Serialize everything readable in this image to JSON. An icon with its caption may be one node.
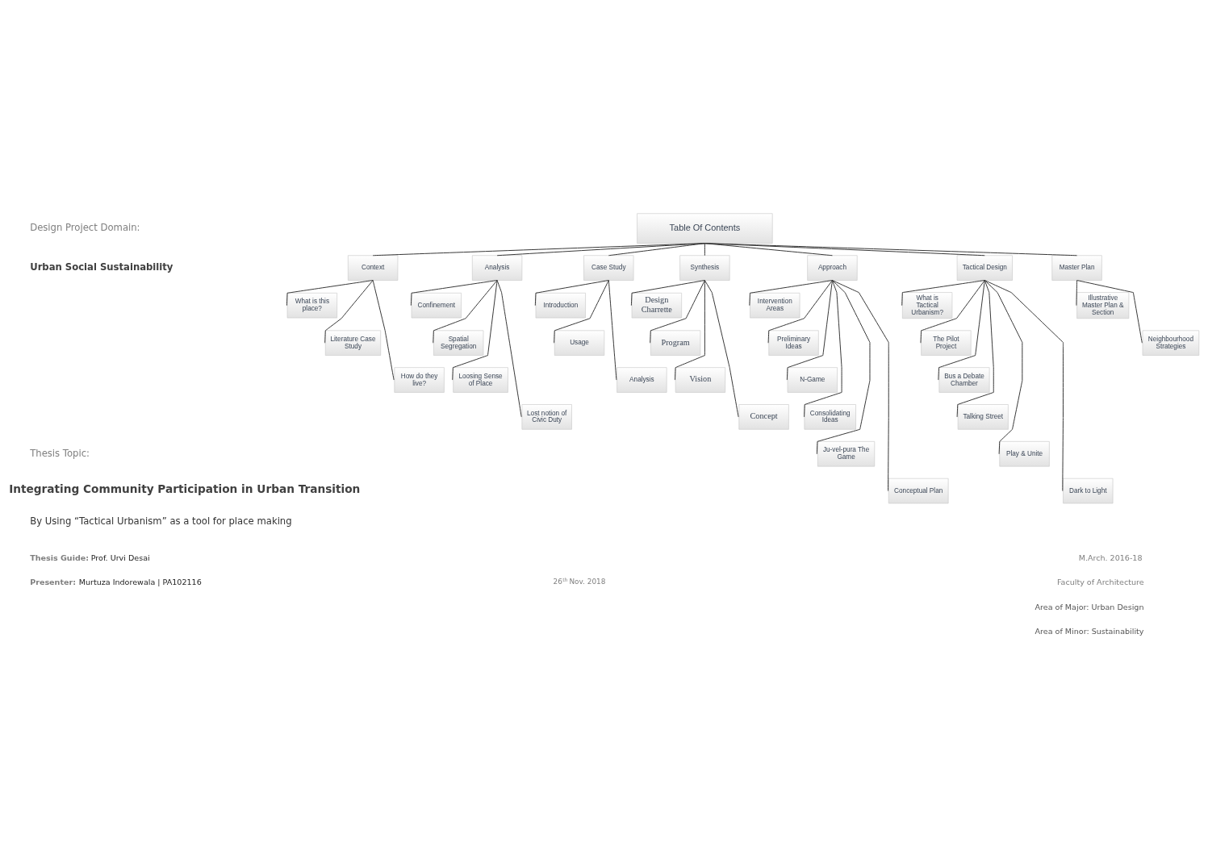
{
  "diagram": {
    "nodes": [
      {
        "text": [
          "Table Of Contents"
        ]
      },
      {
        "text": [
          "Context"
        ]
      },
      {
        "text": [
          "Analysis"
        ]
      },
      {
        "text": [
          "Case Study"
        ]
      },
      {
        "text": [
          "Synthesis"
        ]
      },
      {
        "text": [
          "Approach"
        ]
      },
      {
        "text": [
          "Tactical Design"
        ]
      },
      {
        "text": [
          "Master Plan"
        ]
      },
      {
        "text": [
          "What is this place?"
        ]
      },
      {
        "text": [
          "Literature Case Study"
        ]
      },
      {
        "text": [
          "How do they live?"
        ]
      },
      {
        "text": [
          "Confinement"
        ]
      },
      {
        "text": [
          "Spatial Segregation"
        ]
      },
      {
        "text": [
          "Loosing Sense of Place"
        ]
      },
      {
        "text": [
          "Lost notion of Civic Duty"
        ]
      },
      {
        "text": [
          "Introduction"
        ]
      },
      {
        "text": [
          "Usage"
        ]
      },
      {
        "text": [
          "Analysis"
        ]
      },
      {
        "text": [
          "Design Charrette"
        ]
      },
      {
        "text": [
          "Program"
        ]
      },
      {
        "text": [
          "Vision"
        ]
      },
      {
        "text": [
          "Concept"
        ]
      },
      {
        "text": [
          "Intervention Areas"
        ]
      },
      {
        "text": [
          "Preliminary Ideas"
        ]
      },
      {
        "text": [
          "N-Game"
        ]
      },
      {
        "text": [
          "Consolidating Ideas"
        ]
      },
      {
        "text": [
          "Ju-vel-pura The Game"
        ]
      },
      {
        "text": [
          "Conceptual Plan"
        ]
      },
      {
        "text": [
          "What is Tactical Urbanism?"
        ]
      },
      {
        "text": [
          "The Pilot Project"
        ]
      },
      {
        "text": [
          "Bus a Debate Chamber"
        ]
      },
      {
        "text": [
          "Talking Street"
        ]
      },
      {
        "text": [
          "Play & Unite"
        ]
      },
      {
        "text": [
          "Dark to Light"
        ]
      },
      {
        "text": [
          "Illustrative Master Plan & Section"
        ]
      },
      {
        "text": [
          "Neighbourhood Strategies"
        ]
      }
    ],
    "edges": [
      {
        "from": 0,
        "to": 1,
        "arrow": "none"
      },
      {
        "from": 0,
        "to": 2,
        "arrow": "none"
      },
      {
        "from": 0,
        "to": 3,
        "arrow": "none"
      },
      {
        "from": 0,
        "to": 4,
        "arrow": "none"
      },
      {
        "from": 0,
        "to": 5,
        "arrow": "none"
      },
      {
        "from": 0,
        "to": 6,
        "arrow": "none"
      },
      {
        "from": 0,
        "to": 7,
        "arrow": "none"
      },
      {
        "from": 1,
        "to": 8,
        "arrow": "none"
      },
      {
        "from": 1,
        "to": 9,
        "arrow": "none"
      },
      {
        "from": 1,
        "to": 10,
        "arrow": "none"
      },
      {
        "from": 2,
        "to": 11,
        "arrow": "none"
      },
      {
        "from": 2,
        "to": 12,
        "arrow": "none"
      },
      {
        "from": 2,
        "to": 13,
        "arrow": "none"
      },
      {
        "from": 2,
        "to": 14,
        "arrow": "none"
      },
      {
        "from": 3,
        "to": 15,
        "arrow": "none"
      },
      {
        "from": 3,
        "to": 16,
        "arrow": "none"
      },
      {
        "from": 3,
        "to": 17,
        "arrow": "none"
      },
      {
        "from": 4,
        "to": 18,
        "arrow": "none"
      },
      {
        "from": 4,
        "to": 19,
        "arrow": "none"
      },
      {
        "from": 4,
        "to": 20,
        "arrow": "none"
      },
      {
        "from": 4,
        "to": 21,
        "arrow": "none"
      },
      {
        "from": 5,
        "to": 22,
        "arrow": "none"
      },
      {
        "from": 5,
        "to": 23,
        "arrow": "none"
      },
      {
        "from": 5,
        "to": 24,
        "arrow": "none"
      },
      {
        "from": 5,
        "to": 25,
        "arrow": "none"
      },
      {
        "from": 5,
        "to": 26,
        "arrow": "none"
      },
      {
        "from": 5,
        "to": 27,
        "arrow": "none"
      },
      {
        "from": 6,
        "to": 28,
        "arrow": "none"
      },
      {
        "from": 6,
        "to": 29,
        "arrow": "none"
      },
      {
        "from": 6,
        "to": 30,
        "arrow": "none"
      },
      {
        "from": 6,
        "to": 31,
        "arrow": "none"
      },
      {
        "from": 6,
        "to": 32,
        "arrow": "none"
      },
      {
        "from": 6,
        "to": 33,
        "arrow": "none"
      },
      {
        "from": 7,
        "to": 34,
        "arrow": "none"
      },
      {
        "from": 7,
        "to": 35,
        "arrow": "none"
      }
    ],
    "labels": [
      "Design Project Domain:",
      "Urban Social Sustainability",
      "Thesis Topic:",
      "Integrating Community Participation in Urban Transition",
      "By Using “Tactical Urbanism” as a tool for place making",
      "**Thesis Guide:** Prof. Urvi Desai",
      "**Presenter:** Murtuza Indorewala | PA102116",
      "26$^{th}$ Nov. 2018",
      "M.Arch. 2016-18",
      "Faculty of Architecture",
      "Area of Major: Urban Design",
      "Area of Minor: Sustainability"
    ]
  }
}
